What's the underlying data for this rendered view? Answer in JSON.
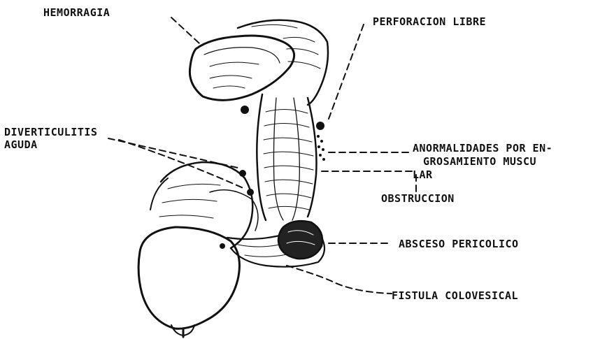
{
  "labels": {
    "hemorragia": "HEMORRAGIA",
    "perforacion_libre": "PERFORACION LIBRE",
    "diverticulitis_aguda_1": "DIVERTICULITIS",
    "diverticulitis_aguda_2": "AGUDA",
    "anormalidades_1": "ANORMALIDADES POR EN-",
    "anormalidades_2": "GROSAMIENTO MUSCU",
    "anormalidades_3": "LAR",
    "obstruccion": "OBSTRUCCION",
    "absceso_pericolico": "ABSCESO PERICOLICO",
    "fistula_colovesical": "FISTULA COLOVESICAL"
  },
  "colors": {
    "ink": "#111111",
    "background": "#ffffff"
  }
}
